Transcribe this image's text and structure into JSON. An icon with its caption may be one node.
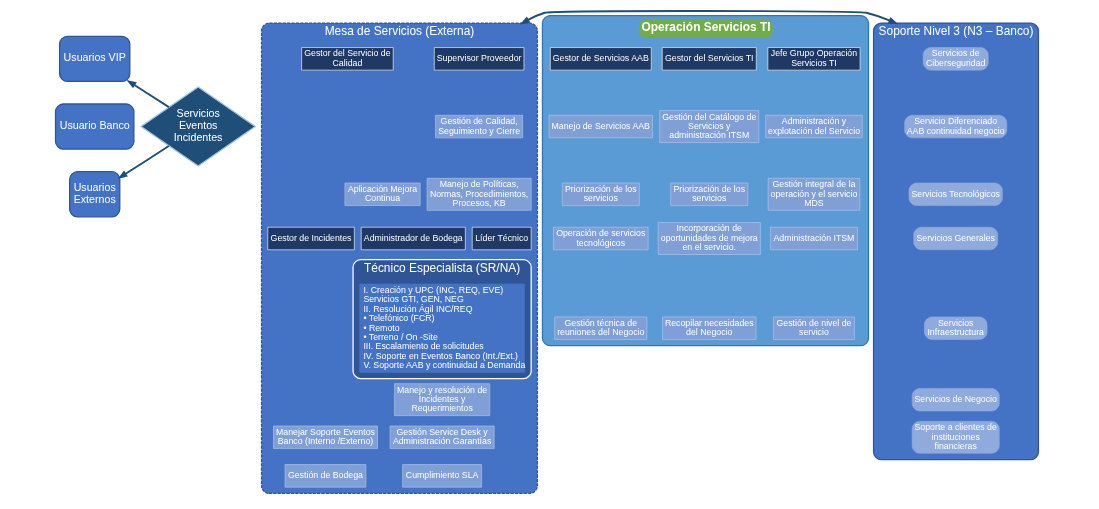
{
  "diagram": {
    "nodes": [
      {
        "text": [
          "Usuarios VIP"
        ]
      },
      {
        "text": [
          "Usuario Banco"
        ]
      },
      {
        "text": [
          "Usuarios Externos"
        ]
      },
      {
        "text": [
          "Servicios Eventos Incidentes"
        ]
      },
      {
        "text": [
          "Mesa de Servicios (Externa)"
        ]
      },
      {
        "text": [
          "Supervisor Proveedor"
        ],
        "in": 4
      },
      {
        "text": [
          "Gestor del Servicio de Calidad"
        ],
        "in": 4
      },
      {
        "text": [
          "Gestión de Calidad, Seguimiento y Cierre"
        ],
        "in": 4
      },
      {
        "text": [
          "Manejo de Políticas, Normas, Procedimientos, Procesos, KB"
        ],
        "in": 4
      },
      {
        "text": [
          "Aplicación Mejora Continua"
        ],
        "in": 4
      },
      {
        "text": [
          "Líder Técnico"
        ],
        "in": 4
      },
      {
        "text": [
          "Técnico Especialista (SR/NA)"
        ],
        "in": 4
      },
      {
        "text": [
          "I. Creación y UPC (INC, REQ, EVE)",
          "Servicios GTI, GEN, NEG",
          "II. Resolución Ágil INC/REQ",
          "• Telefónico (FCR)",
          "• Remoto",
          "• Terreno / On -Site",
          "III. Escalamiento de solicitudes",
          "IV. Soporte en Eventos Banco (Int./Ext.)",
          "V. Soporte AAB y continuidad a Demanda"
        ],
        "in": 11
      },
      {
        "text": [
          "Administrador de Bodega"
        ],
        "in": 4
      },
      {
        "text": [
          "Gestor de Incidentes"
        ],
        "in": 4
      },
      {
        "text": [
          "Manejo y resolución de Incidentes y Requerimientos"
        ],
        "in": 4
      },
      {
        "text": [
          "Gestión Service Desk y Administración Garantías"
        ],
        "in": 4
      },
      {
        "text": [
          "Manejar Soporte Eventos Banco (Interno /Externo)"
        ],
        "in": 4
      },
      {
        "text": [
          "Cumplimiento SLA"
        ],
        "in": 4
      },
      {
        "text": [
          "Gestión de Bodega"
        ],
        "in": 4
      },
      {
        "text": [
          "Operación Servicios TI"
        ]
      },
      {
        "text": [
          "Jefe Grupo Operación Servicios TI"
        ],
        "in": 20
      },
      {
        "text": [
          "Administración y explotación del Servicio"
        ],
        "in": 20
      },
      {
        "text": [
          "Gestión integral de la operación y el servicio MDS"
        ],
        "in": 20
      },
      {
        "text": [
          "Administración ITSM"
        ],
        "in": 20
      },
      {
        "text": [
          "Gestión de nivel de servicio"
        ],
        "in": 20
      },
      {
        "text": [
          "Gestor del Servicios TI"
        ],
        "in": 20
      },
      {
        "text": [
          "Gestión del Catálogo de Servicios y administración ITSM"
        ],
        "in": 20
      },
      {
        "text": [
          "Priorización de los servicios"
        ],
        "in": 20
      },
      {
        "text": [
          "Incorporación de oportunidades de mejora en el servicio."
        ],
        "in": 20
      },
      {
        "text": [
          "Recopilar necesidades del Negocio"
        ],
        "in": 20
      },
      {
        "text": [
          "Gestor de Servicios AAB"
        ],
        "in": 20
      },
      {
        "text": [
          "Manejo de Servicios AAB"
        ],
        "in": 20
      },
      {
        "text": [
          "Priorización de los servicios"
        ],
        "in": 20
      },
      {
        "text": [
          "Operación de servicios tecnológicos"
        ],
        "in": 20
      },
      {
        "text": [
          "Gestión técnica de reuniones del Negocio"
        ],
        "in": 20
      },
      {
        "text": [
          "Soporte Nivel 3 (N3 – Banco)"
        ]
      },
      {
        "text": [
          "Servicios de Ciberseguridad"
        ],
        "in": 36
      },
      {
        "text": [
          "Servicio Diferenciado AAB continuidad negocio"
        ],
        "in": 36
      },
      {
        "text": [
          "Servicios Tecnológicos"
        ],
        "in": 36
      },
      {
        "text": [
          "Servicios Generales"
        ],
        "in": 36
      },
      {
        "text": [
          "Servicios Infraestructura"
        ],
        "in": 36
      },
      {
        "text": [
          "Servicios de Negocio"
        ],
        "in": 36
      },
      {
        "text": [
          "Soporte a clientes de instituciones financieras"
        ],
        "in": 36
      }
    ],
    "edges": [
      {
        "from": 3,
        "to": 0,
        "arrow": "to"
      },
      {
        "from": 3,
        "to": 2,
        "arrow": "to"
      },
      {
        "from": 4,
        "to": 36,
        "arrow": "both"
      }
    ]
  }
}
